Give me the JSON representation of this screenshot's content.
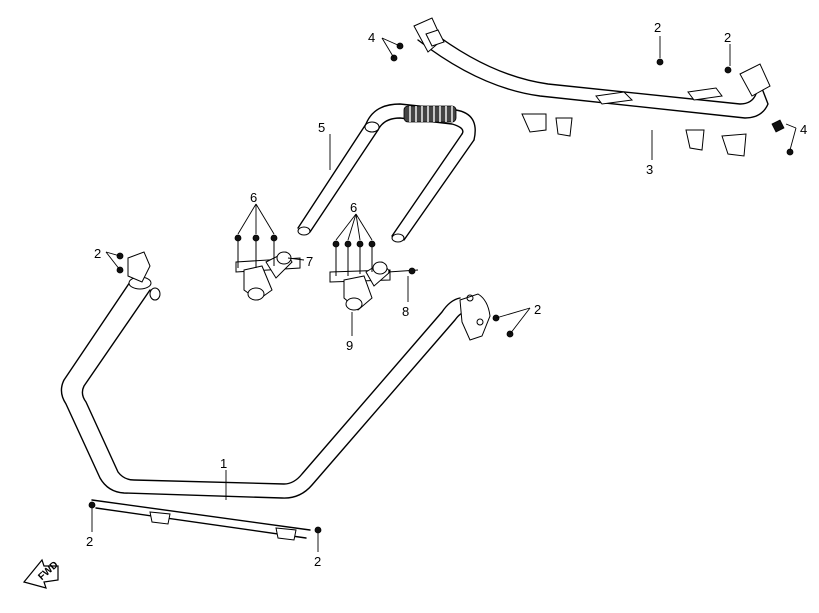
{
  "diagram": {
    "callouts": {
      "c1": "1",
      "c2_left_upper": "2",
      "c2_bottom_left": "2",
      "c2_bottom_right": "2",
      "c2_right_bracket": "2",
      "c2_top_mid": "2",
      "c2_top_right": "2",
      "c3": "3",
      "c4_left": "4",
      "c4_right": "4",
      "c5": "5",
      "c6_left": "6",
      "c6_right": "6",
      "c7": "7",
      "c8": "8",
      "c9": "9"
    },
    "direction_arrow": {
      "label": "FWD"
    }
  }
}
